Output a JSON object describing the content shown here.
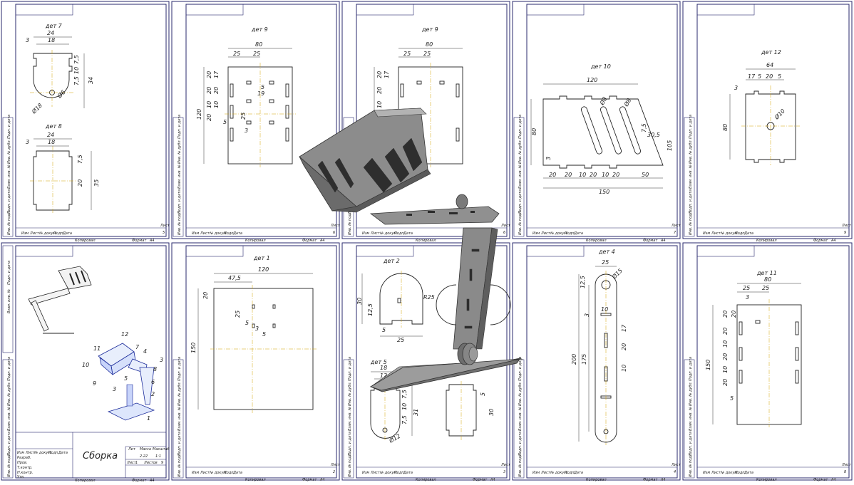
{
  "sheets": [
    {
      "id": "s5",
      "parts": [
        "дет 7",
        "дет 8"
      ],
      "sheet_no": "5"
    },
    {
      "id": "s6",
      "parts": [
        "дет 9"
      ],
      "sheet_no": "6"
    },
    {
      "id": "s6b",
      "parts": [
        "дет 9"
      ],
      "sheet_no": "6"
    },
    {
      "id": "s7",
      "parts": [
        "дет 10"
      ],
      "sheet_no": "7"
    },
    {
      "id": "s9",
      "parts": [
        "дет 12"
      ],
      "sheet_no": "9"
    },
    {
      "id": "s1",
      "parts": [],
      "sheet_no": ""
    },
    {
      "id": "s2",
      "parts": [
        "дет 1"
      ],
      "sheet_no": "2"
    },
    {
      "id": "s3",
      "parts": [
        "дет 2",
        "дет 5"
      ],
      "sheet_no": "3"
    },
    {
      "id": "s4",
      "parts": [
        "дет 4"
      ],
      "sheet_no": "4"
    },
    {
      "id": "s8",
      "parts": [
        "дет 11"
      ],
      "sheet_no": "8"
    }
  ],
  "stamp": {
    "copied": "Копировал",
    "format": "Формат",
    "format_value": "A4",
    "sheet": "Лист",
    "cols": [
      "Изм",
      "Лист",
      "№ докум.",
      "Подп.",
      "Дата"
    ]
  },
  "side_strip": [
    "Инв. № подл.",
    "Подп. и дата",
    "Взам. инв. №",
    "Инв. № дубл.",
    "Подп. и дата"
  ],
  "assembly": {
    "title": "Сборка",
    "lit": "Лит",
    "mass": "Масса",
    "scale": "Масштаб",
    "mass_value": "2.22",
    "scale_value": "1:1",
    "sheet_label": "Лист",
    "sheets_label": "Листов",
    "sheets_value": "9",
    "sheet_value": "1",
    "rows": [
      "Разраб.",
      "Пров.",
      "Т.контр.",
      "Н.контр.",
      "Утв."
    ],
    "callouts": [
      "12",
      "7",
      "4",
      "3",
      "11",
      "10",
      "8",
      "9",
      "5",
      "6",
      "2",
      "3",
      "1"
    ]
  },
  "dims": {
    "d7": {
      "w1": "24",
      "w2": "18",
      "a": "3",
      "h1": "7,5",
      "h2": "10",
      "h3": "7,5",
      "h4": "34",
      "dia": "Ø18",
      "r": "Ø6"
    },
    "d8": {
      "w1": "24",
      "w2": "18",
      "a": "3",
      "h1": "7,5",
      "h2": "20",
      "h3": "35"
    },
    "d9": {
      "w": "80",
      "a": "25",
      "b": "25",
      "h": "120",
      "v": [
        "20",
        "17",
        "20",
        "10",
        "19",
        "25",
        "5",
        "3",
        "5",
        "10",
        "20",
        "20"
      ]
    },
    "d10": {
      "w": "120",
      "total": "150",
      "h": "80",
      "segs": [
        "20",
        "20",
        "10",
        "20",
        "10",
        "20",
        "50"
      ],
      "a": "30,5",
      "b": "105",
      "d1": "Ø8",
      "d2": "Ø8",
      "c": "3",
      "e": "7,5"
    },
    "d12": {
      "w": "64",
      "segs": [
        "17",
        "5",
        "20",
        "5"
      ],
      "a": "3",
      "h": "80",
      "dia": "Ø10"
    },
    "d1": {
      "w": "120",
      "a": "47,5",
      "b": "20",
      "c": "25",
      "d": "5",
      "e": "3",
      "f": "5",
      "h": "150"
    },
    "d2": {
      "r": "R25",
      "a": "30",
      "b": "12,5",
      "c": "5",
      "d": "25"
    },
    "d5": {
      "w": "18",
      "a": "12",
      "h1": "7,5",
      "h2": "10",
      "h3": "7,5",
      "h4": "31",
      "dia": "Ø12",
      "e": "5",
      "f": "30"
    },
    "d4": {
      "w": "25",
      "dia": "Ø15",
      "a": "12,5",
      "b": "10",
      "c": "3",
      "d": "17",
      "e": "20",
      "f": "10",
      "h1": "200",
      "h2": "175"
    },
    "d11": {
      "w": "80",
      "a": "25",
      "b": "25",
      "c": "3",
      "h": "150",
      "v": [
        "20",
        "20",
        "10",
        "20",
        "10",
        "20",
        "20",
        "5"
      ]
    }
  }
}
